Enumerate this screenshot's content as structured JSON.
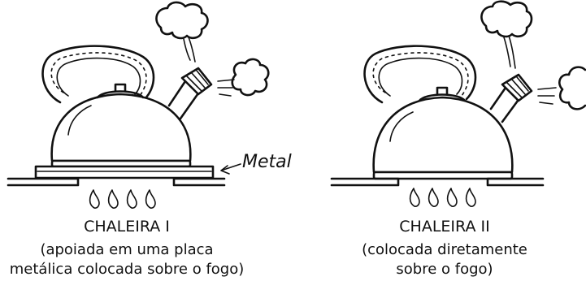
{
  "kettle_1": {
    "title": "CHALEIRA I",
    "description_line1": "(apoiada em uma placa",
    "description_line2": "metálica colocada sobre o fogo)",
    "annotation": "Metal"
  },
  "kettle_2": {
    "title": "CHALEIRA II",
    "description_line1": "(colocada diretamente",
    "description_line2": "sobre o fogo)"
  }
}
